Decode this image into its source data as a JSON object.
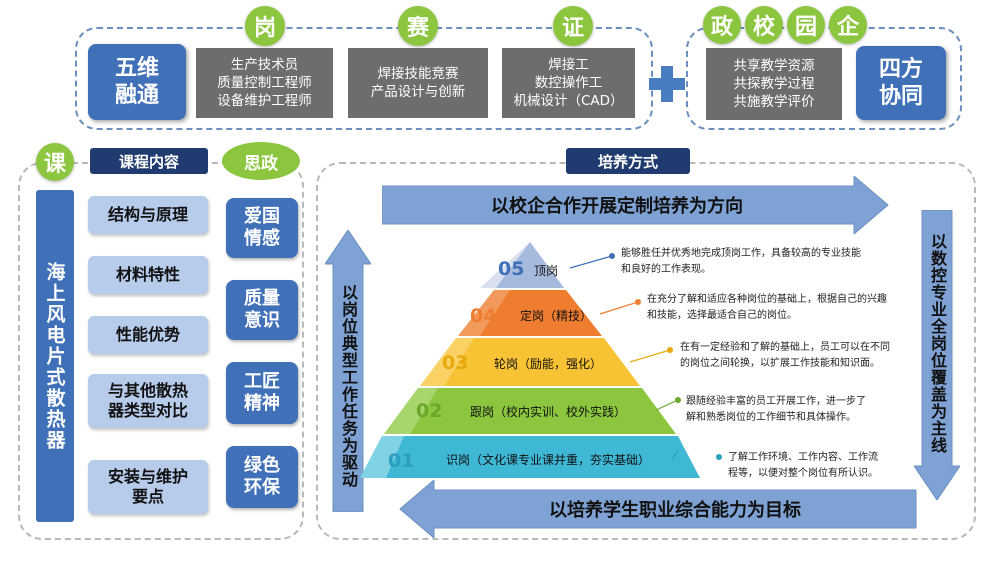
{
  "top_left": {
    "circles": [
      "岗",
      "赛",
      "证"
    ],
    "main_label": "五维\n融通",
    "gang_lines": [
      "生产技术员",
      "质量控制工程师",
      "设备维护工程师"
    ],
    "sai_lines": [
      "焊接技能竞赛",
      "产品设计与创新"
    ],
    "zheng_lines": [
      "焊接工",
      "数控操作工",
      "机械设计（CAD）"
    ]
  },
  "top_right": {
    "circles": [
      "政",
      "校",
      "园",
      "企"
    ],
    "lines": [
      "共享教学资源",
      "共探教学过程",
      "共施教学评价"
    ],
    "main_label": "四方\n协同"
  },
  "left": {
    "ke_circle": "课",
    "course_header": "课程内容",
    "sizheng_oval": "思政",
    "vertical_title": "海上风电片式散热器",
    "course_items": [
      "结构与原理",
      "材料特性",
      "性能优势",
      "与其他散热\n器类型对比",
      "安装与维护\n要点"
    ],
    "sizheng_items": [
      "爱国\n情感",
      "质量\n意识",
      "工匠\n精神",
      "绿色\n环保"
    ]
  },
  "right": {
    "header": "培养方式",
    "top_arrow": "以校企合作开展定制培养为方向",
    "bottom_arrow": "以培养学生职业综合能力为目标",
    "left_arrow": "以岗位典型工作任务为驱动",
    "right_arrow": "以数控专业全岗位覆盖为主线",
    "pyramid": [
      {
        "num": "05",
        "label": "顶岗",
        "color": "#8fa9d6",
        "desc": [
          "能够胜任并优秀地完成顶岗工作，具备较高的专业技能",
          "和良好的工作表现。"
        ]
      },
      {
        "num": "04",
        "label": "定岗（精技）",
        "color": "#ef7d2f",
        "desc": [
          "在充分了解和适应各种岗位的基础上，根据自己的兴趣",
          "和技能，选择最适合自己的岗位。"
        ]
      },
      {
        "num": "03",
        "label": "轮岗（励能，强化）",
        "color": "#f7c234",
        "desc": [
          "在有一定经验和了解的基础上，员工可以在不同",
          "的岗位之间轮换，以扩展工作技能和知识面。"
        ]
      },
      {
        "num": "02",
        "label": "跟岗（校内实训、校外实践）",
        "color": "#8cc63f",
        "desc": [
          "跟随经验丰富的员工开展工作，进一步了",
          "解和熟悉岗位的工作细节和具体操作。"
        ]
      },
      {
        "num": "01",
        "label": "识岗（文化课专业课并重，夯实基础）",
        "color": "#3fb8d6",
        "desc": [
          "了解工作环境、工作内容、工作流",
          "程等，以便对整个岗位有所认识。"
        ]
      }
    ]
  }
}
